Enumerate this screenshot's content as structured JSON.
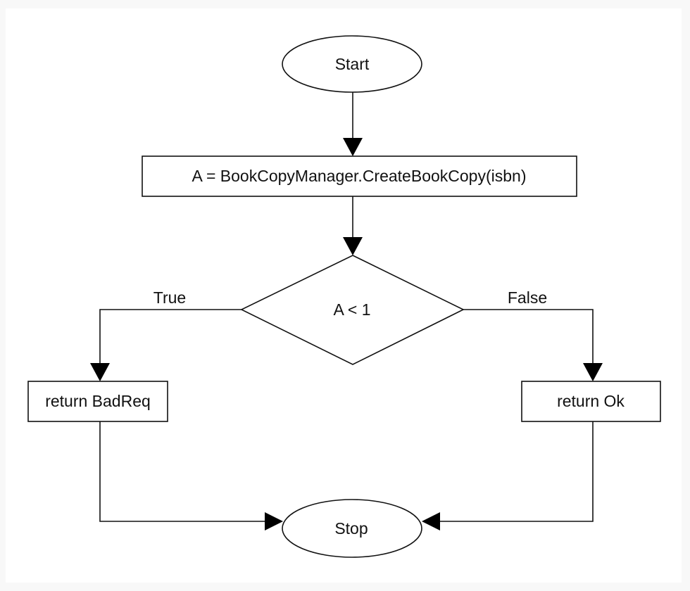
{
  "diagram": {
    "nodes": {
      "start": {
        "label": "Start",
        "shape": "ellipse"
      },
      "process": {
        "label": "A = BookCopyManager.CreateBookCopy(isbn)",
        "shape": "rectangle"
      },
      "decision": {
        "label": "A < 1",
        "shape": "diamond"
      },
      "return_badreq": {
        "label": "return BadReq",
        "shape": "rectangle"
      },
      "return_ok": {
        "label": "return Ok",
        "shape": "rectangle"
      },
      "stop": {
        "label": "Stop",
        "shape": "ellipse"
      }
    },
    "edges": {
      "start_to_process": {
        "from": "start",
        "to": "process",
        "label": ""
      },
      "process_to_decision": {
        "from": "process",
        "to": "decision",
        "label": ""
      },
      "decision_true": {
        "from": "decision",
        "to": "return_badreq",
        "label": "True"
      },
      "decision_false": {
        "from": "decision",
        "to": "return_ok",
        "label": "False"
      },
      "badreq_to_stop": {
        "from": "return_badreq",
        "to": "stop",
        "label": ""
      },
      "ok_to_stop": {
        "from": "return_ok",
        "to": "stop",
        "label": ""
      }
    },
    "colors": {
      "background": "#f8f8f8",
      "frame": "#ffffff",
      "line": "#111111",
      "shape_fill": "#ffffff"
    }
  }
}
